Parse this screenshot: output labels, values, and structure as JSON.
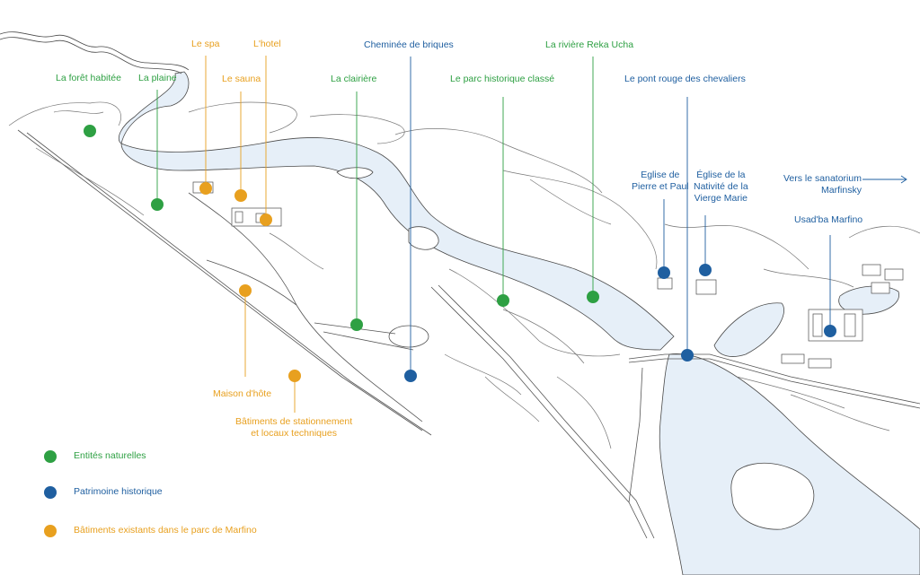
{
  "colors": {
    "nature": "#2ea043",
    "heritage": "#1f5fa0",
    "existing": "#e8a01f",
    "water": "#e6eff8",
    "outline": "#4a4a4a"
  },
  "labels": {
    "foret": "La forêt habitée",
    "plaine": "La plaine",
    "spa": "Le spa",
    "hotel": "L'hotel",
    "sauna": "Le sauna",
    "clairiere": "La clairière",
    "cheminee": "Cheminée de briques",
    "parc": "Le parc historique classé",
    "riviere": "La rivière Reka Ucha",
    "pont": "Le pont rouge des chevaliers",
    "eglise_pp": "Eglise de\nPierre et Paul",
    "eglise_nv": "Église de la\nNativité de la\nVierge Marie",
    "sanatorium": "Vers le sanatorium\nMarfinsky",
    "usadba": "Usad'ba Marfino",
    "maison": "Maison d'hôte",
    "batiments": "Bâtiments de stationnement\net locaux techniques"
  },
  "legend": {
    "nature": "Entités naturelles",
    "heritage": "Patrimoine historique",
    "existing": "Bâtiments existants dans le parc de Marfino"
  }
}
